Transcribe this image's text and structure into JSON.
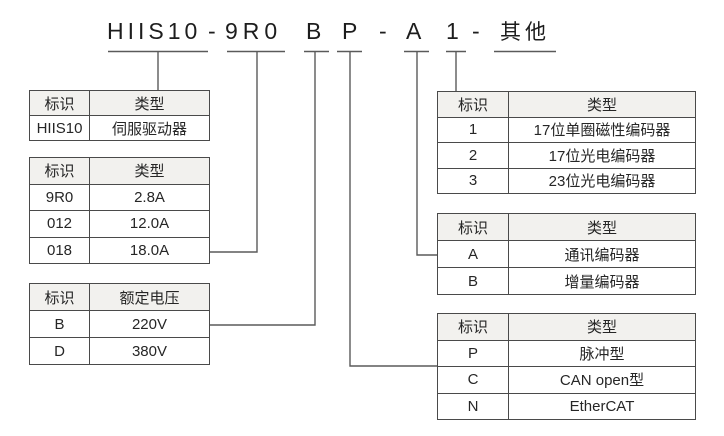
{
  "title": {
    "segments": [
      {
        "id": "series",
        "text": "HIIS10"
      },
      {
        "id": "dash1",
        "text": "-"
      },
      {
        "id": "current",
        "text": "9R0"
      },
      {
        "id": "voltage",
        "text": "B"
      },
      {
        "id": "control",
        "text": "P"
      },
      {
        "id": "dash2",
        "text": "-"
      },
      {
        "id": "encoder-class",
        "text": "A"
      },
      {
        "id": "encoder-res",
        "text": "1"
      },
      {
        "id": "dash3",
        "text": "-"
      },
      {
        "id": "other",
        "text": "其他"
      }
    ]
  },
  "tables": {
    "drive": {
      "headers": [
        "标识",
        "类型"
      ],
      "rows": [
        [
          "HIIS10",
          "伺服驱动器"
        ]
      ]
    },
    "current": {
      "headers": [
        "标识",
        "类型"
      ],
      "rows": [
        [
          "9R0",
          "2.8A"
        ],
        [
          "012",
          "12.0A"
        ],
        [
          "018",
          "18.0A"
        ]
      ]
    },
    "voltage": {
      "headers": [
        "标识",
        "额定电压"
      ],
      "rows": [
        [
          "B",
          "220V"
        ],
        [
          "D",
          "380V"
        ]
      ]
    },
    "encoder_res": {
      "headers": [
        "标识",
        "类型"
      ],
      "rows": [
        [
          "1",
          "17位单圈磁性编码器"
        ],
        [
          "2",
          "17位光电编码器"
        ],
        [
          "3",
          "23位光电编码器"
        ]
      ]
    },
    "encoder_class": {
      "headers": [
        "标识",
        "类型"
      ],
      "rows": [
        [
          "A",
          "通讯编码器"
        ],
        [
          "B",
          "增量编码器"
        ]
      ]
    },
    "control_type": {
      "headers": [
        "标识",
        "类型"
      ],
      "rows": [
        [
          "P",
          "脉冲型"
        ],
        [
          "C",
          "CAN open型"
        ],
        [
          "N",
          "EtherCAT"
        ]
      ]
    }
  },
  "colors": {
    "background": "#ffffff",
    "table_border": "#4a4a4a",
    "header_bg": "#f2f1ee",
    "connector_line": "#5a5a5a",
    "text": "#262626"
  }
}
